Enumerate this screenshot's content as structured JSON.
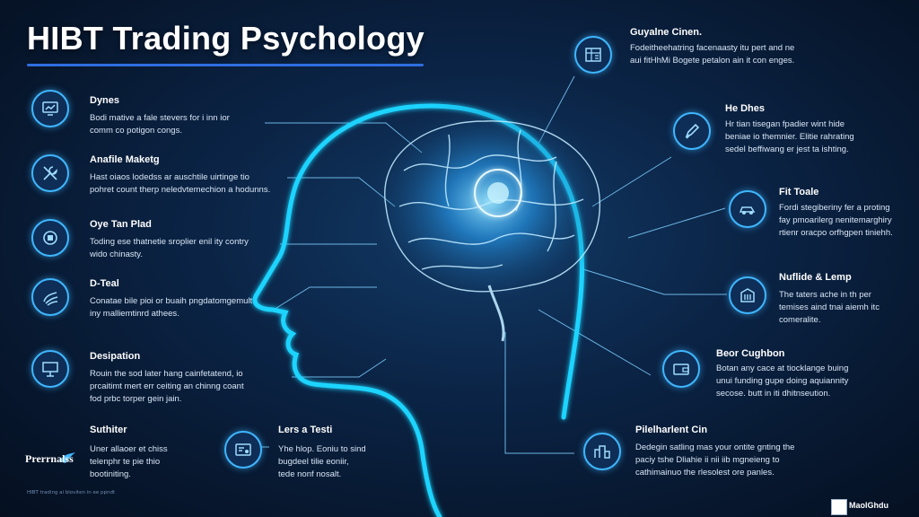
{
  "header": {
    "title": "HIBT Trading Psychology"
  },
  "left_items": [
    {
      "heading": "Dynes",
      "lines": [
        "Bodi mative a fale stevers for i inn ior",
        "comm co potigon congs."
      ],
      "icon": "monitor-chart-icon"
    },
    {
      "heading": "Anafile Maketg",
      "lines": [
        "Hast oiaos lodedss ar auschtile uirtinge tio",
        "pohret count therp neledvtemechion a hodunns."
      ],
      "icon": "tools-icon"
    },
    {
      "heading": "Oye Tan Plad",
      "lines": [
        "Toding ese thatnetie sroplier enil ity contry",
        "wido chinasty."
      ],
      "icon": "gear-badge-icon"
    },
    {
      "heading": "D-Teal",
      "lines": [
        "Conatae bile pioi or buaih pngdatomgemult",
        "iny malliemtinrd athees."
      ],
      "icon": "hand-icon"
    },
    {
      "heading": "Desipation",
      "lines": [
        "Rouin the sod later hang cainfetatend, io",
        "prcaitimt mert err ceiting an chinng coant",
        "fod prbc torper gein jain."
      ],
      "icon": "presentation-icon"
    },
    {
      "heading": "Suthiter",
      "lines": [
        "Uner allaoer et chiss",
        "telenphr te pie thio",
        "bootiniting."
      ],
      "icon": "bird-logo-icon"
    },
    {
      "heading": "Lers a Testi",
      "lines": [
        "Yhe hlop. Eoniu to sind",
        "bugdeel tilie eoniir,",
        "tede nonf nosalt."
      ],
      "icon": "card-icon"
    }
  ],
  "right_items": [
    {
      "heading": "Guyalne Cinen.",
      "lines": [
        "Fodeitheehatring facenaasty itu pert and ne",
        "aui fitHhMi Bogete petalon ain it con enges."
      ],
      "icon": "blueprint-icon"
    },
    {
      "heading": "He Dhes",
      "lines": [
        "Hr tian tisegan fpadier wint hide",
        "beniae io themnier. Elitie rahrating",
        "sedel beffiwang er jest ta ishting."
      ],
      "icon": "pencil-icon"
    },
    {
      "heading": "Fit Toale",
      "lines": [
        "Fordi stegiberiny fer a proting",
        "fay pmoarilerg nenitemarghiry",
        "rtienr oracpo orfhgpen tiniehh."
      ],
      "icon": "car-icon"
    },
    {
      "heading": "Nuflide & Lemp",
      "lines": [
        "The taters ache in th per",
        "temises aind tnai aiemh itc",
        "comeralite."
      ],
      "icon": "building-icon"
    },
    {
      "heading": "Beor Cughbon",
      "lines": [
        "Botan any cace at tiocklange buing",
        "unui funding gupe doing aquiannity",
        "secose. butt in iti dhitnseution."
      ],
      "icon": "wallet-icon"
    },
    {
      "heading": "Pilelharlent Cin",
      "lines": [
        "Dedegin satling mas your ontite gnting the",
        "paciy tshe Dliahie ii nii iib mgneieng to",
        "cathimainuo the rlesolest ore panles."
      ],
      "icon": "city-icon"
    }
  ],
  "logo": {
    "text": "Prerrnalss"
  },
  "footnote": "HIBT trading ai bloviten in ee ppndt",
  "corner": {
    "text": "MaolGhdu"
  },
  "colors": {
    "accent": "#3fb6ff",
    "glow": "#1fd4ff",
    "title_rule": "#2f6ee0",
    "background": "#0b2446"
  }
}
